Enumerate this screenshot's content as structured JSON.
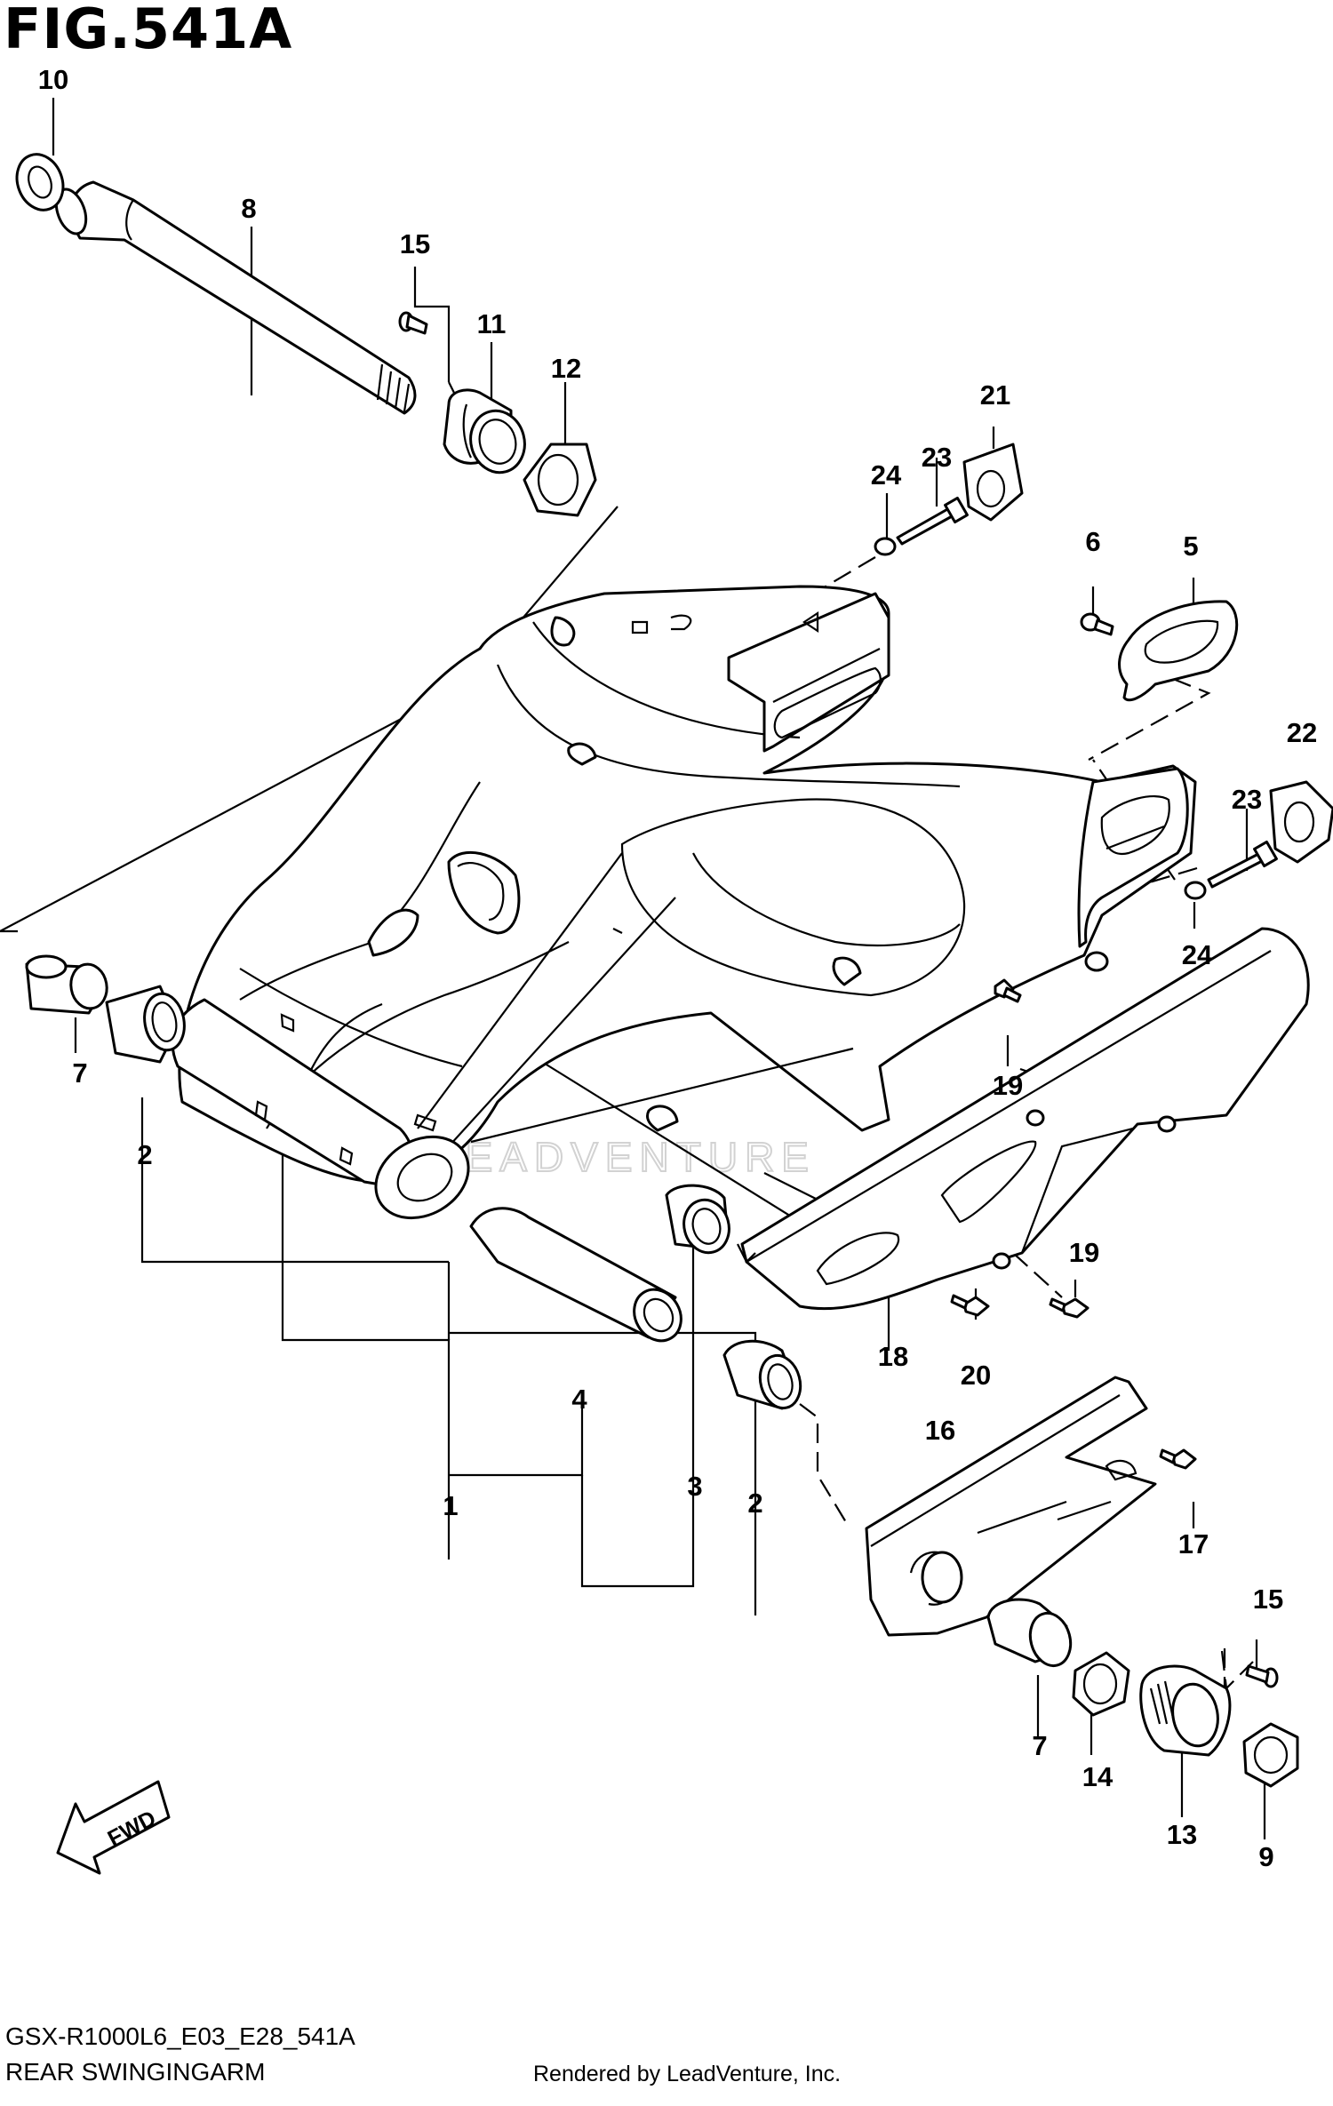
{
  "figure": {
    "title": "FIG.541A",
    "code": "GSX-R1000L6_E03_E28_541A",
    "caption": "REAR SWINGINGARM",
    "credit": "Rendered by LeadVenture, Inc.",
    "watermark": "LEADVENTURE",
    "direction_marker": "FWD"
  },
  "callouts": [
    {
      "ref": "c1",
      "label": "1"
    },
    {
      "ref": "c2a",
      "label": "2"
    },
    {
      "ref": "c2b",
      "label": "2"
    },
    {
      "ref": "c3",
      "label": "3"
    },
    {
      "ref": "c4",
      "label": "4"
    },
    {
      "ref": "c5",
      "label": "5"
    },
    {
      "ref": "c6",
      "label": "6"
    },
    {
      "ref": "c7a",
      "label": "7"
    },
    {
      "ref": "c7b",
      "label": "7"
    },
    {
      "ref": "c8",
      "label": "8"
    },
    {
      "ref": "c9",
      "label": "9"
    },
    {
      "ref": "c10",
      "label": "10"
    },
    {
      "ref": "c11",
      "label": "11"
    },
    {
      "ref": "c12",
      "label": "12"
    },
    {
      "ref": "c13",
      "label": "13"
    },
    {
      "ref": "c14",
      "label": "14"
    },
    {
      "ref": "c15a",
      "label": "15"
    },
    {
      "ref": "c15b",
      "label": "15"
    },
    {
      "ref": "c16",
      "label": "16"
    },
    {
      "ref": "c17",
      "label": "17"
    },
    {
      "ref": "c18",
      "label": "18"
    },
    {
      "ref": "c19a",
      "label": "19"
    },
    {
      "ref": "c19b",
      "label": "19"
    },
    {
      "ref": "c20",
      "label": "20"
    },
    {
      "ref": "c21",
      "label": "21"
    },
    {
      "ref": "c22",
      "label": "22"
    },
    {
      "ref": "c23a",
      "label": "23"
    },
    {
      "ref": "c23b",
      "label": "23"
    },
    {
      "ref": "c24a",
      "label": "24"
    },
    {
      "ref": "c24b",
      "label": "24"
    }
  ],
  "colors": {
    "line": "#000000",
    "background": "#ffffff",
    "watermark": "#d2d2d2"
  }
}
